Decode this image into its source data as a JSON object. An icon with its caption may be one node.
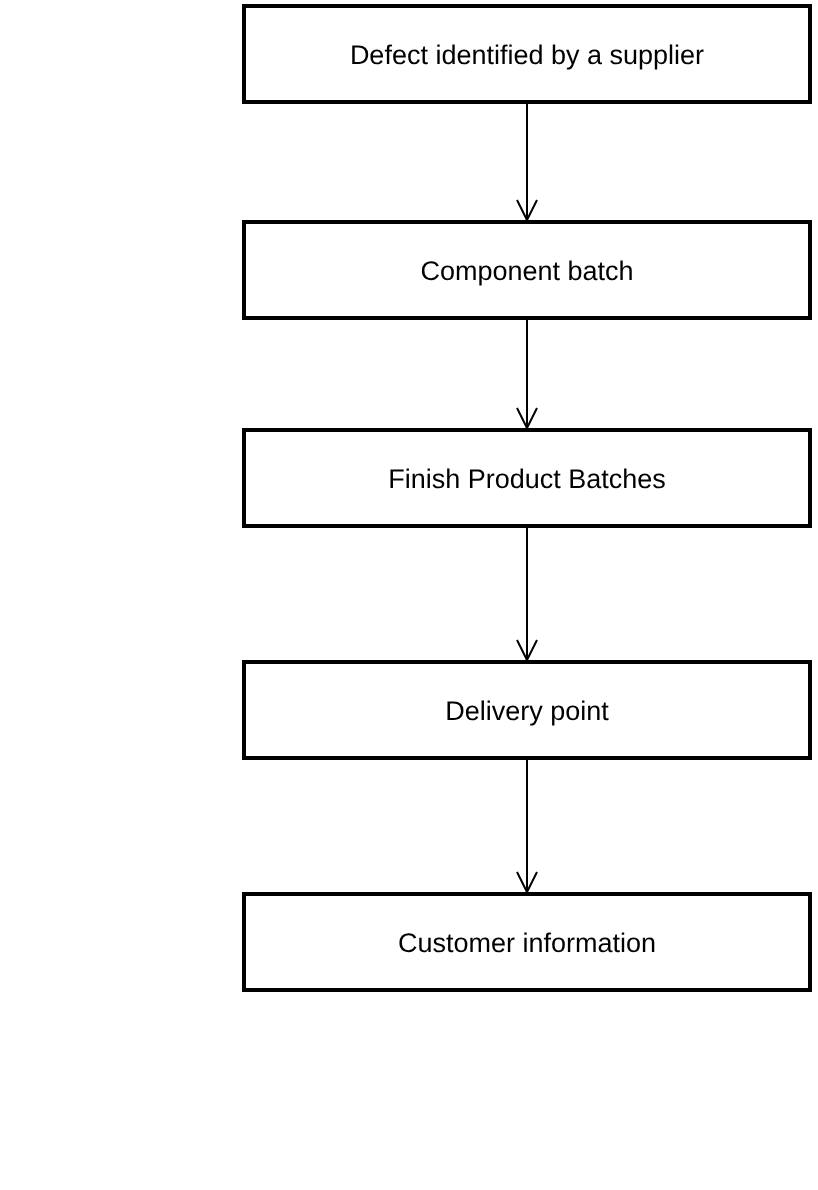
{
  "diagram": {
    "nodes": [
      {
        "text": [
          "Defect identified by a supplier"
        ]
      },
      {
        "text": [
          "Component batch"
        ]
      },
      {
        "text": [
          "Finish Product Batches"
        ]
      },
      {
        "text": [
          "Delivery point"
        ]
      },
      {
        "text": [
          "Customer information"
        ]
      }
    ],
    "edges": [
      {
        "from": 0,
        "to": 1,
        "arrow": "to"
      },
      {
        "from": 1,
        "to": 2,
        "arrow": "to"
      },
      {
        "from": 2,
        "to": 3,
        "arrow": "to"
      },
      {
        "from": 3,
        "to": 4,
        "arrow": "to"
      }
    ]
  }
}
